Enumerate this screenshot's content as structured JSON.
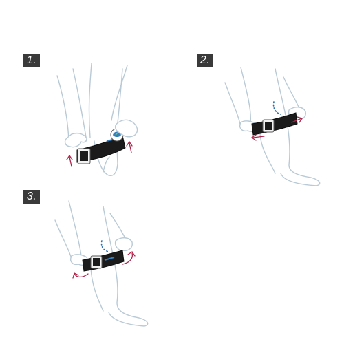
{
  "steps": [
    {
      "label": "1."
    },
    {
      "label": "2."
    },
    {
      "label": "3."
    }
  ],
  "colors": {
    "badge": "#3a3a3a",
    "outline": "#b9cad6",
    "strap": "#1b1b1b",
    "arrow": "#b0234a",
    "dots": "#2a6fb0",
    "logo_blue": "#2f7fc1",
    "logo_green": "#8cc43f"
  },
  "icons": [
    "direction-arrow-icon",
    "pad-outline-dots-icon",
    "buckle-icon"
  ]
}
